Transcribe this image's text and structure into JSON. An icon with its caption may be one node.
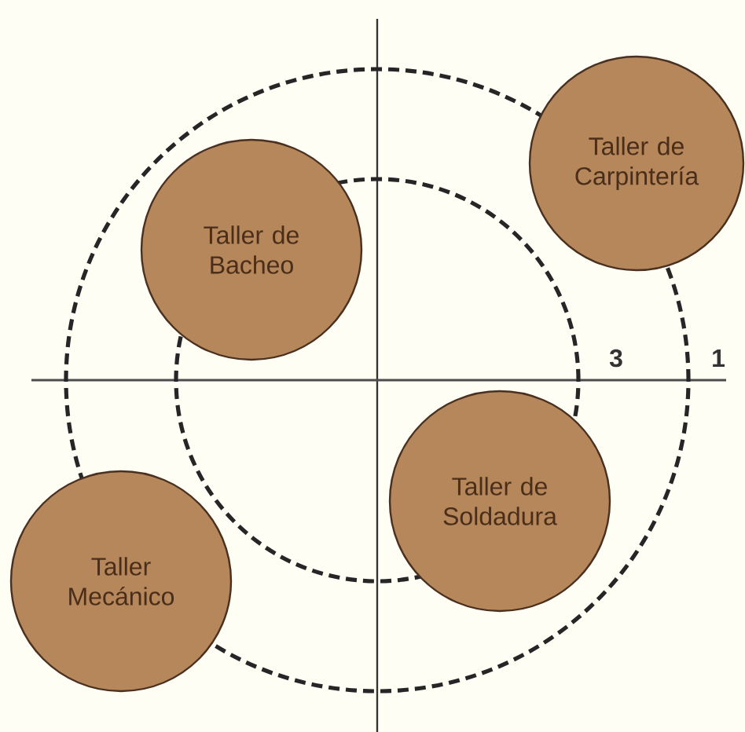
{
  "diagram": {
    "nodes": [
      {
        "text": [
          "Taller de Carpintería"
        ]
      },
      {
        "text": [
          "Taller de Bacheo"
        ]
      },
      {
        "text": [
          "Taller de Soldadura"
        ]
      },
      {
        "text": [
          "Taller Mecánico"
        ]
      }
    ],
    "labels": [
      "3",
      "1"
    ]
  }
}
